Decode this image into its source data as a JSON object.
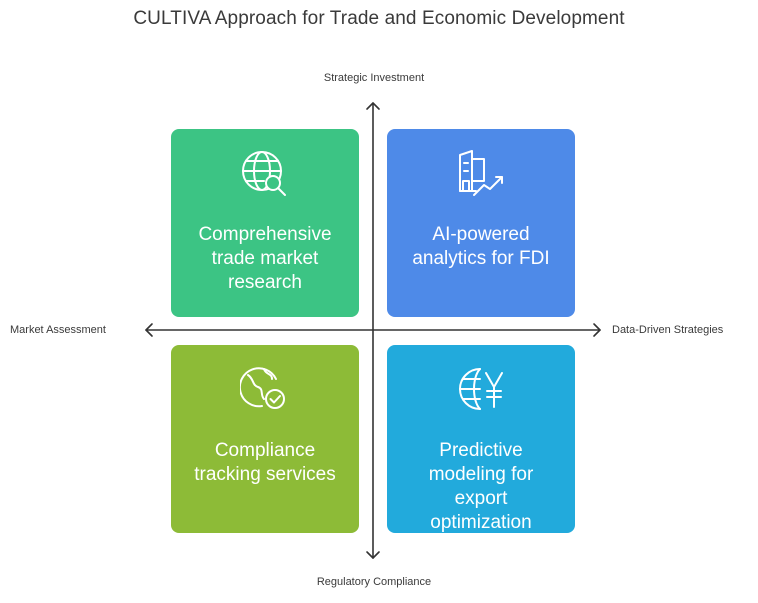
{
  "title": "CULTIVA Approach for Trade and Economic Development",
  "axes": {
    "top": "Strategic Investment",
    "bottom": "Regulatory Compliance",
    "left": "Market Assessment",
    "right": "Data-Driven Strategies"
  },
  "quadrants": {
    "top_left": {
      "lines": [
        "Comprehensive",
        "trade market",
        "research"
      ],
      "icon": "globe-search-icon",
      "color": "#3cc484"
    },
    "top_right": {
      "lines": [
        "AI-powered",
        "analytics for FDI"
      ],
      "icon": "building-growth-icon",
      "color": "#4e8ae8"
    },
    "bottom_left": {
      "lines": [
        "Compliance",
        "tracking services"
      ],
      "icon": "globe-check-icon",
      "color": "#8dbb37"
    },
    "bottom_right": {
      "lines": [
        "Predictive",
        "modeling for",
        "export",
        "optimization"
      ],
      "icon": "globe-yen-icon",
      "color": "#22aadc"
    }
  }
}
